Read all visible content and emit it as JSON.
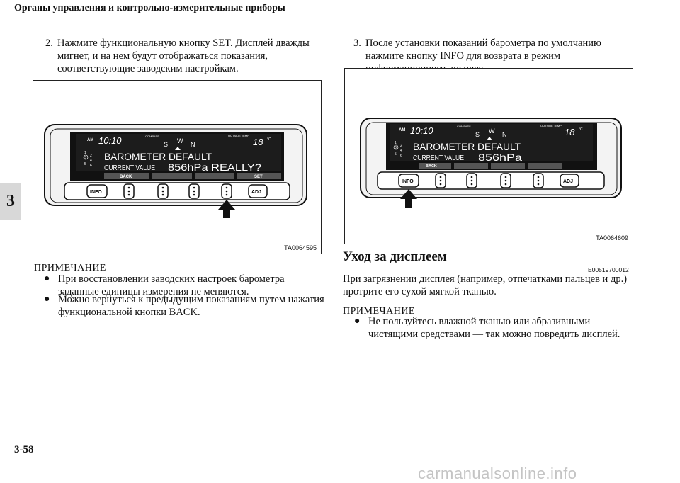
{
  "header": {
    "title": "Органы управления и контрольно-измерительные приборы"
  },
  "chapter_tab": "3",
  "page_number": "3-58",
  "watermark": "carmanualsonline.info",
  "left": {
    "step2": {
      "num": "2.",
      "text": "Нажмите функциональную кнопку SET. Дисплей дважды мигнет, и на нем будут отображаться показания, соответствующие заводским настройкам."
    },
    "figure": {
      "code": "TA0064595",
      "display": {
        "am": "AM",
        "clock": "10:10",
        "compass_label": "COMPASS",
        "compass_letters": [
          "S",
          "W",
          "N"
        ],
        "outside_temp_label": "OUTSIDE TEMP",
        "temp_value": "18",
        "temp_unit": "°C",
        "line1": "BAROMETER DEFAULT",
        "line2_label": "CURRENT VALUE",
        "line2_value": "856hPa REALLY?",
        "left_digits": [
          "1",
          "2",
          "3",
          "4",
          "5",
          "6"
        ],
        "soft_keys": [
          "BACK",
          "",
          "",
          "SET"
        ]
      },
      "buttons": {
        "info": "INFO",
        "adj": "ADJ"
      }
    },
    "note": {
      "title": "ПРИМЕЧАНИЕ",
      "bullets": [
        "При восстановлении заводских настроек барометра заданные единицы измерения не меняются.",
        "Можно вернуться к предыдущим показаниям путем нажатия функциональной кнопки BACK."
      ]
    }
  },
  "right": {
    "step3": {
      "num": "3.",
      "text": "После установки показаний барометра по умолчанию нажмите кнопку INFO для возврата в режим информационного дисплея."
    },
    "figure": {
      "code": "TA0064609",
      "display": {
        "am": "AM",
        "clock": "10:10",
        "compass_label": "COMPASS",
        "compass_letters": [
          "S",
          "W",
          "N"
        ],
        "outside_temp_label": "OUTSIDE TEMP",
        "temp_value": "18",
        "temp_unit": "°C",
        "line1": "BAROMETER DEFAULT",
        "line2_label": "CURRENT VALUE",
        "line2_value": "856hPa",
        "left_digits": [
          "1",
          "2",
          "3",
          "4",
          "5",
          "6"
        ],
        "soft_keys": [
          "BACK",
          "",
          "",
          ""
        ]
      },
      "buttons": {
        "info": "INFO",
        "adj": "ADJ"
      }
    },
    "section": {
      "title": "Уход за дисплеем",
      "code": "E00519700012",
      "text": "При загрязнении дисплея (например, отпечатками пальцев и др.) протрите его сухой мягкой тканью."
    },
    "note": {
      "title": "ПРИМЕЧАНИЕ",
      "bullets": [
        "Не пользуйтесь влажной тканью или абразивными чистящими средствами — так можно повредить дисплей."
      ]
    }
  }
}
